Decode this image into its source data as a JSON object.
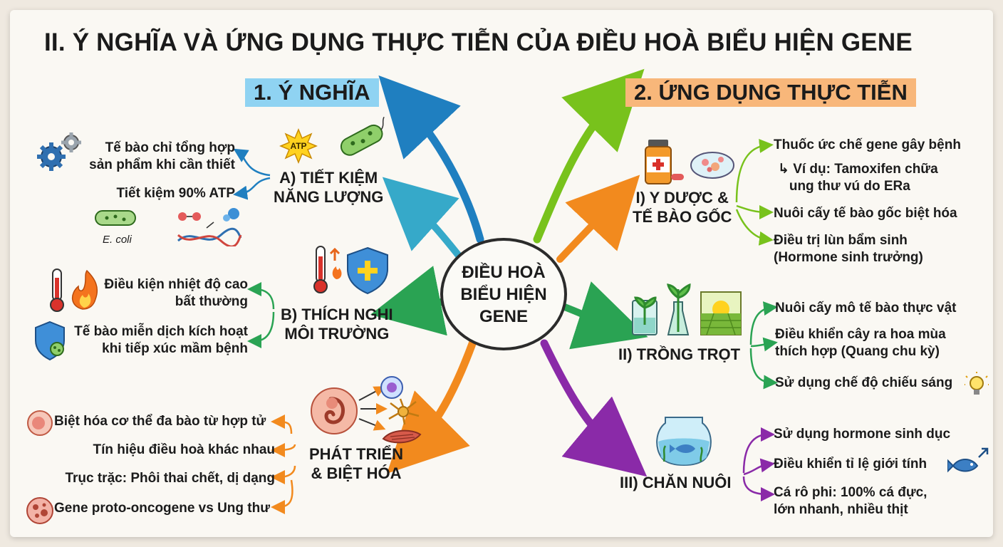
{
  "title": "II. Ý NGHĨA VÀ ỨNG DỤNG THỰC TIỄN CỦA ĐIỀU HOÀ BIỂU HIỆN GENE",
  "center": "ĐIỀU HOÀ\nBIỂU HIỆN\nGENE",
  "colors": {
    "blue": "#1f7fc0",
    "teal": "#36a9c9",
    "green_dark": "#2aa353",
    "orange": "#f28a1e",
    "lime": "#78c21c",
    "purple": "#8a2aa8",
    "highlight_blue": "#8fd3f2",
    "highlight_orange": "#f8b77a"
  },
  "left": {
    "heading": "1. Ý NGHĨA",
    "a": {
      "label": "A) TIẾT KIỆM\nNĂNG LƯỢNG",
      "atp": "ATP",
      "ecoli": "E. coli",
      "items": [
        "Tế bào chỉ tổng hợp\nsản phẩm khi cần thiết",
        "Tiết kiệm 90% ATP"
      ]
    },
    "b": {
      "label": "B) THÍCH NGHI\nMÔI TRƯỜNG",
      "items": [
        "Điều kiện nhiệt độ cao\nbất thường",
        "Tế bào miễn dịch kích hoạt\nkhi tiếp xúc mầm bệnh"
      ]
    },
    "c": {
      "label": "PHÁT TRIỂN\n& BIỆT HÓA",
      "items": [
        "Biệt hóa cơ thể đa bào từ hợp tử",
        "Tín hiệu điều hoà khác nhau",
        "Trục trặc: Phôi thai chết, dị dạng",
        "Gene proto-oncogene vs Ung thư"
      ]
    }
  },
  "right": {
    "heading": "2. ỨNG DỤNG THỰC TIỄN",
    "i": {
      "label": "I) Y DƯỢC &\nTẾ BÀO GỐC",
      "items": [
        "Thuốc ức chế gene gây bệnh",
        "↳ Ví dụ: Tamoxifen chữa\n   ung thư vú do ERa",
        "Nuôi cấy tế bào gốc biệt hóa",
        "Điều trị lùn bẩm sinh\n(Hormone sinh trưởng)"
      ]
    },
    "ii": {
      "label": "II) TRỒNG TRỌT",
      "items": [
        "Nuôi cấy mô tế bào thực vật",
        "Điều khiển cây ra hoa mùa\nthích hợp (Quang chu kỳ)",
        "Sử dụng chế độ chiếu sáng"
      ]
    },
    "iii": {
      "label": "III) CHĂN NUÔI",
      "items": [
        "Sử dụng hormone sinh dục",
        "Điều khiển tỉ lệ giới tính",
        "Cá rô phi: 100% cá đực,\nlớn nhanh, nhiều thịt"
      ]
    }
  }
}
